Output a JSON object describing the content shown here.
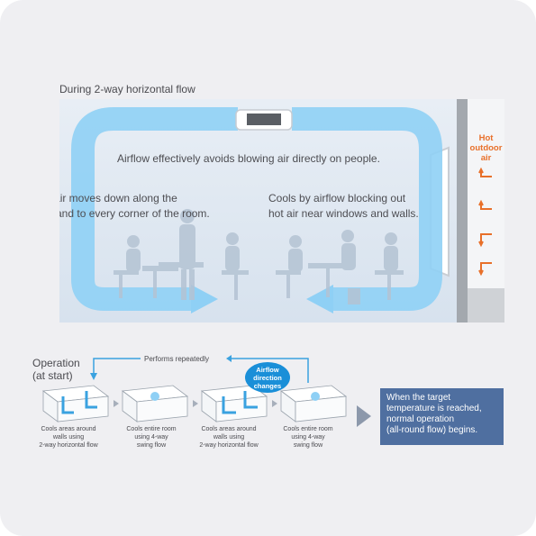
{
  "diagram": {
    "title": "During 2-way horizontal flow",
    "room_text": {
      "center": "Airflow effectively avoids blowing air directly on people.",
      "left_lines": [
        "Cool air moves down along the",
        "walls and to every corner of the room."
      ],
      "right_lines": [
        "Cools by airflow blocking out",
        "hot air near windows and walls."
      ]
    },
    "hot_air_lines": [
      "Hot",
      "outdoor",
      "air"
    ],
    "operation_label_lines": [
      "Operation",
      "(at start)"
    ],
    "repeat_label": "Performs repeatedly",
    "badge_lines": [
      "Airflow",
      "direction",
      "changes"
    ],
    "steps": [
      {
        "lines": [
          "Cools areas around",
          "walls using",
          "2-way horizontal flow"
        ]
      },
      {
        "lines": [
          "Cools entire room",
          "using 4-way",
          "swing flow"
        ]
      },
      {
        "lines": [
          "Cools areas around",
          "walls using",
          "2-way horizontal flow"
        ]
      },
      {
        "lines": [
          "Cools entire room",
          "using 4-way",
          "swing flow"
        ]
      }
    ],
    "result_lines": [
      "When the target",
      "temperature is reached,",
      "normal operation",
      "(all-round flow) begins."
    ],
    "colors": {
      "airflow": "#8fd0f5",
      "hot_air": "#e8702a",
      "result_box": "#4f6fa0",
      "badge": "#1a8fd8"
    }
  }
}
